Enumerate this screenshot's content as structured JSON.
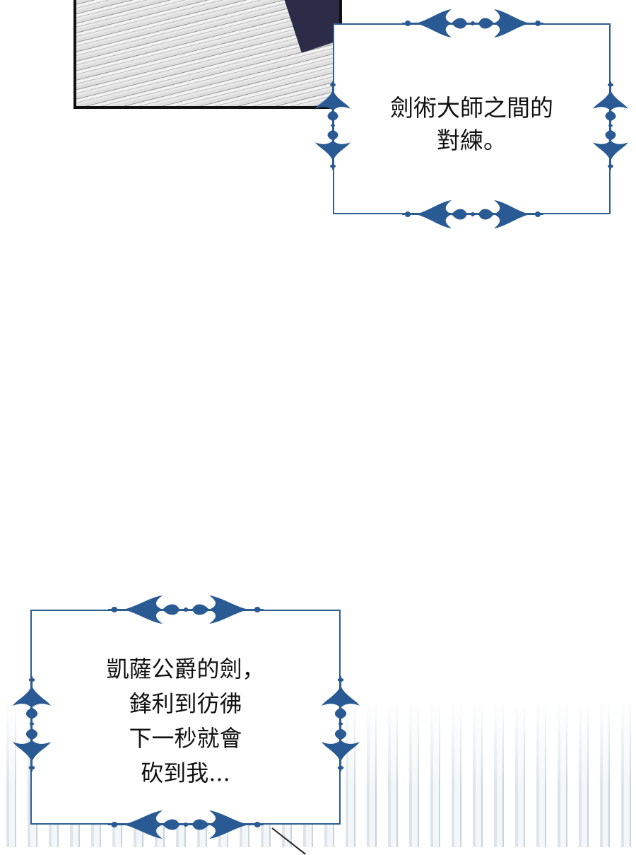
{
  "caption_1": {
    "lines": [
      "劍術大師之間的",
      "對練。"
    ]
  },
  "caption_2": {
    "lines": [
      "凱薩公爵的劍，",
      "鋒利到彷彿",
      "下一秒就會",
      "砍到我..."
    ]
  },
  "colors": {
    "frame": "#2f5d8e",
    "ornament": "#2a5a93"
  }
}
